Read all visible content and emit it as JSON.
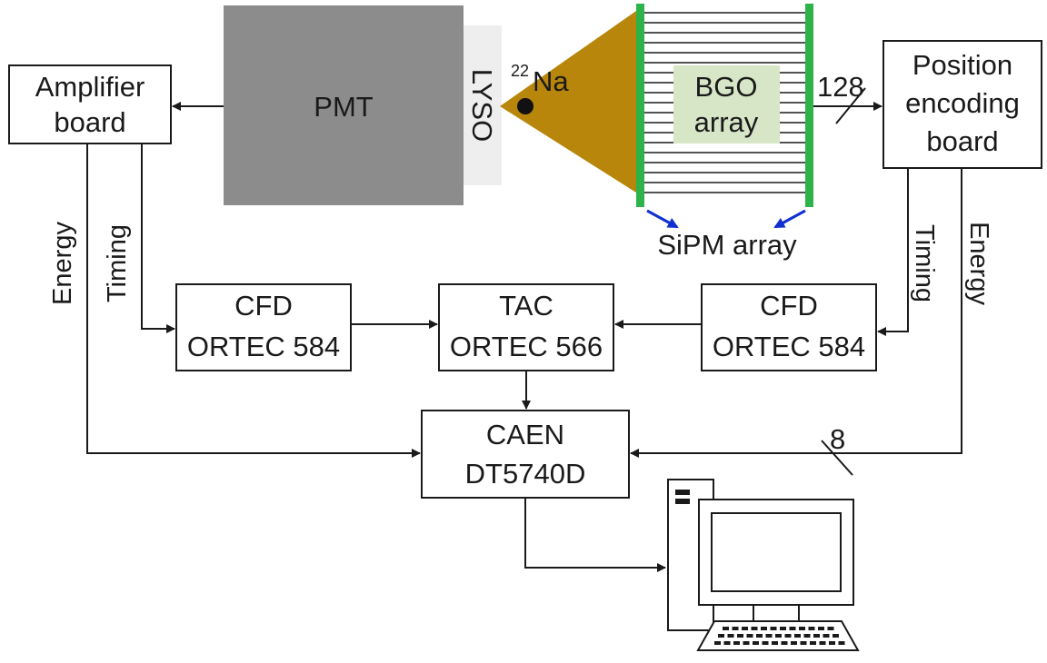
{
  "blocks": {
    "pmt": "PMT",
    "lyso": "LYSO",
    "source_mass": "22",
    "source_symbol": "Na",
    "bgo_line1": "BGO",
    "bgo_line2": "array",
    "sipm": "SiPM array",
    "amplifier_line1": "Amplifier",
    "amplifier_line2": "board",
    "position_line1": "Position",
    "position_line2": "encoding",
    "position_line3": "board",
    "cfd_left_line1": "CFD",
    "cfd_left_line2": "ORTEC 584",
    "tac_line1": "TAC",
    "tac_line2": "ORTEC 566",
    "cfd_right_line1": "CFD",
    "cfd_right_line2": "ORTEC 584",
    "caen_line1": "CAEN",
    "caen_line2": "DT5740D"
  },
  "signals": {
    "energy_left": "Energy",
    "timing_left": "Timing",
    "timing_right": "Timing",
    "energy_right": "Energy",
    "bus_128": "128",
    "bus_8": "8"
  },
  "colors": {
    "pmt_fill": "#8c8c8c",
    "lyso_fill": "#eeeeee",
    "cone_fill": "#b8860b",
    "sipm_strip": "#2db34a",
    "bgo_label_bg": "#d8e6c8",
    "sipm_arrow": "#1030d0",
    "line": "#1a1a1a"
  },
  "icons": [
    "computer-icon",
    "arrow-icon"
  ]
}
